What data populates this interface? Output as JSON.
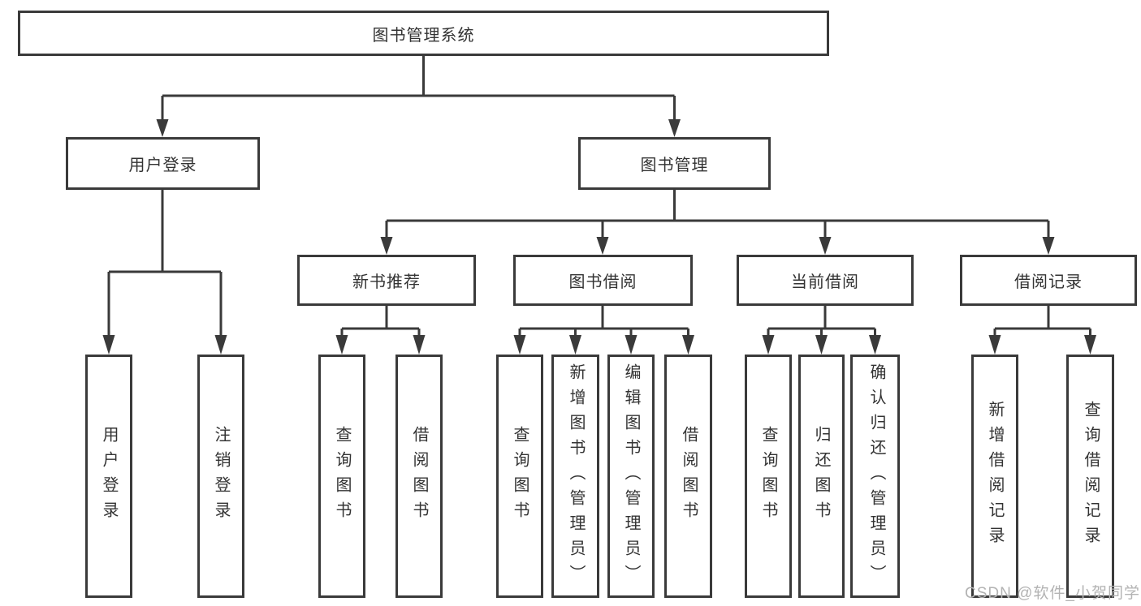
{
  "colors": {
    "line": "#3a3a3a",
    "box_border": "#3a3a3a",
    "text": "#333333",
    "watermark": "#b3b3b3",
    "background": "#ffffff"
  },
  "watermark": {
    "text": "CSDN @软件_小贺同学"
  },
  "tree": {
    "label": "图书管理系统",
    "children": [
      {
        "label": "用户登录",
        "children": [
          {
            "label": "用户登录"
          },
          {
            "label": "注销登录"
          }
        ]
      },
      {
        "label": "图书管理",
        "children": [
          {
            "label": "新书推荐",
            "children": [
              {
                "label": "查询图书"
              },
              {
                "label": "借阅图书"
              }
            ]
          },
          {
            "label": "图书借阅",
            "children": [
              {
                "label": "查询图书"
              },
              {
                "label": "新增图书（管理员）"
              },
              {
                "label": "编辑图书（管理员）"
              },
              {
                "label": "借阅图书"
              }
            ]
          },
          {
            "label": "当前借阅",
            "children": [
              {
                "label": "查询图书"
              },
              {
                "label": "归还图书"
              },
              {
                "label": "确认归还（管理员）"
              }
            ]
          },
          {
            "label": "借阅记录",
            "children": [
              {
                "label": "新增借阅记录"
              },
              {
                "label": "查询借阅记录"
              }
            ]
          }
        ]
      }
    ]
  }
}
